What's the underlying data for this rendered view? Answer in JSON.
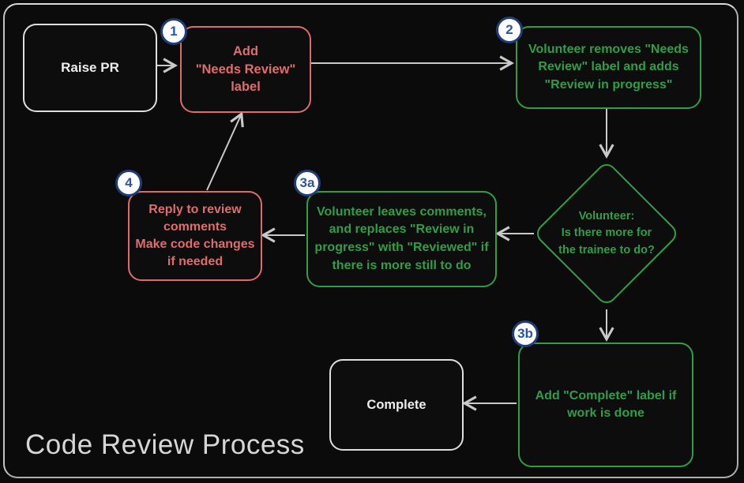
{
  "title": "Code Review Process",
  "colors": {
    "background": "#0b0b0b",
    "red_accent": "#e06c6c",
    "green_accent": "#2f9e48",
    "neutral_box": "#ededed",
    "arrow": "#c9c9c9",
    "badge_text": "#2d55a0",
    "badge_border": "#1f3d7a",
    "badge_fill": "#ffffff"
  },
  "nodes": {
    "raise_pr": {
      "label": "Raise PR"
    },
    "step1": {
      "badge": "1",
      "label": "Add\n\"Needs Review\"\nlabel"
    },
    "step2": {
      "badge": "2",
      "label": "Volunteer removes \"Needs\nReview\" label and adds\n\"Review in progress\""
    },
    "decision": {
      "label": "Volunteer:\nIs there more for\nthe trainee to do?"
    },
    "step3a": {
      "badge": "3a",
      "label": "Volunteer leaves comments,\nand replaces \"Review in\nprogress\" with \"Reviewed\" if\nthere is more still to do"
    },
    "step4": {
      "badge": "4",
      "label": "Reply to review\ncomments\nMake code changes\nif needed"
    },
    "step3b": {
      "badge": "3b",
      "label": "Add \"Complete\" label if\nwork is done"
    },
    "complete": {
      "label": "Complete"
    }
  }
}
